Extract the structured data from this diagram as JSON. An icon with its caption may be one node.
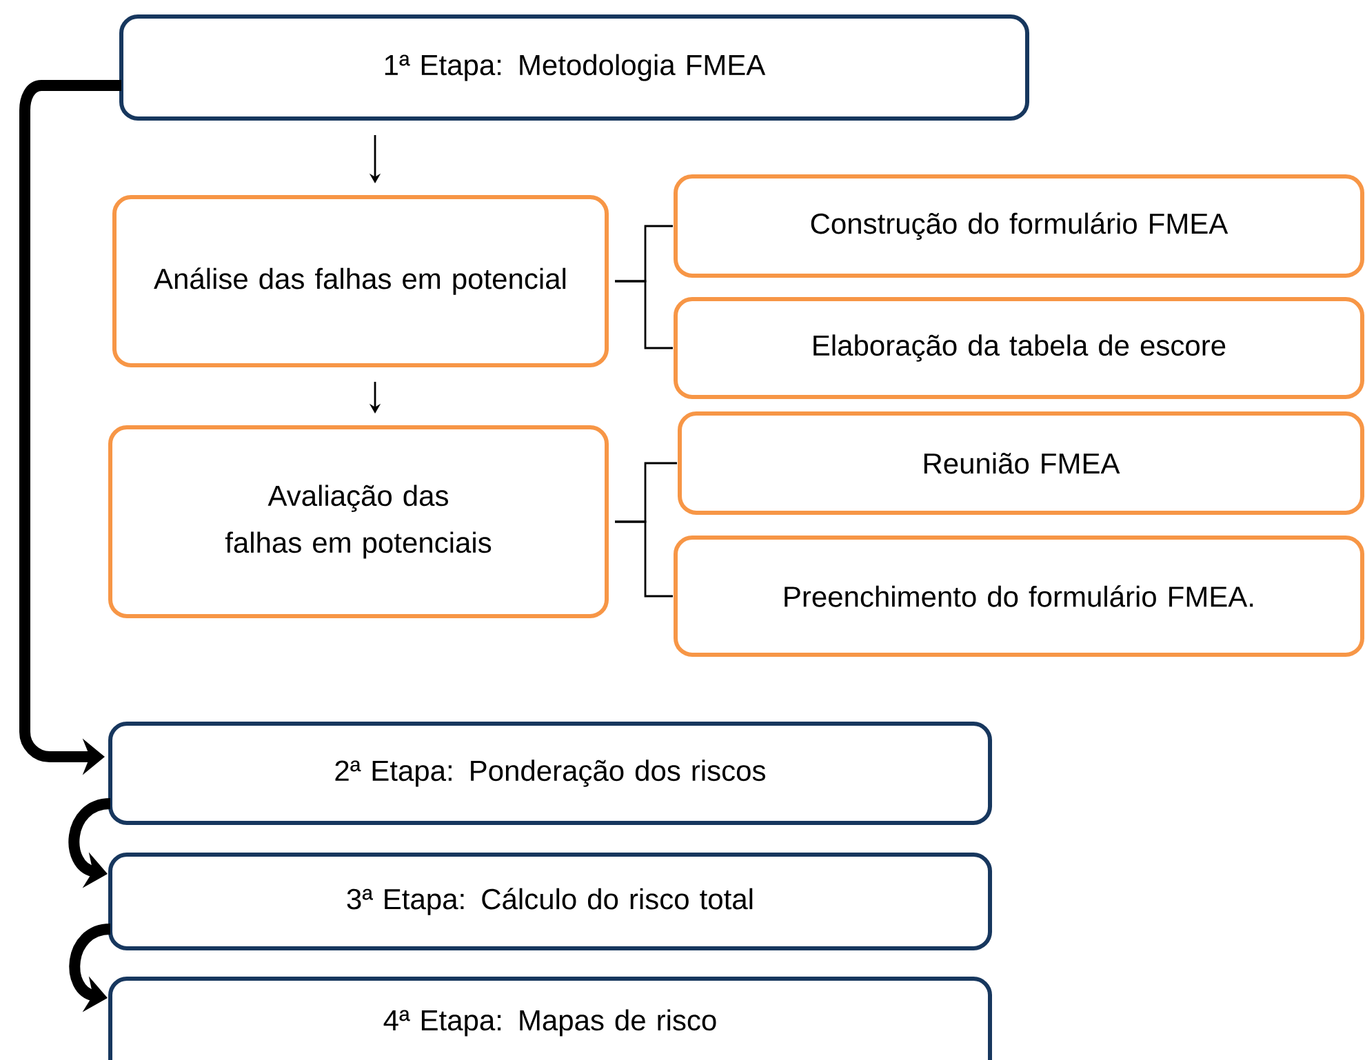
{
  "diagram": {
    "nodes": [
      {
        "text": [
          "1ª Etapa: Metodologia FMEA"
        ]
      },
      {
        "text": [
          "Análise das falhas em potencial"
        ]
      },
      {
        "text": [
          "Construção do formulário FMEA"
        ]
      },
      {
        "text": [
          "Elaboração da tabela de escore"
        ]
      },
      {
        "text": [
          "Avaliação das falhas em potenciais"
        ]
      },
      {
        "text": [
          "Reunião FMEA"
        ]
      },
      {
        "text": [
          "Preenchimento do formulário FMEA."
        ]
      },
      {
        "text": [
          "2ª Etapa: Ponderação dos riscos"
        ]
      },
      {
        "text": [
          "3ª Etapa: Cálculo do risco total"
        ]
      },
      {
        "text": [
          "4ª Etapa: Mapas de risco"
        ]
      }
    ],
    "edges": [
      {
        "from": 0,
        "to": 1,
        "arrow": "to"
      },
      {
        "from": 1,
        "to": 4,
        "arrow": "to"
      },
      {
        "from": 1,
        "to": 2,
        "arrow": "none"
      },
      {
        "from": 1,
        "to": 3,
        "arrow": "none"
      },
      {
        "from": 4,
        "to": 5,
        "arrow": "none"
      },
      {
        "from": 4,
        "to": 6,
        "arrow": "none"
      },
      {
        "from": 0,
        "to": 7,
        "arrow": "to",
        "style": "thick"
      },
      {
        "from": 7,
        "to": 8,
        "arrow": "to",
        "style": "thick"
      },
      {
        "from": 8,
        "to": 9,
        "arrow": "to",
        "style": "thick"
      }
    ]
  }
}
